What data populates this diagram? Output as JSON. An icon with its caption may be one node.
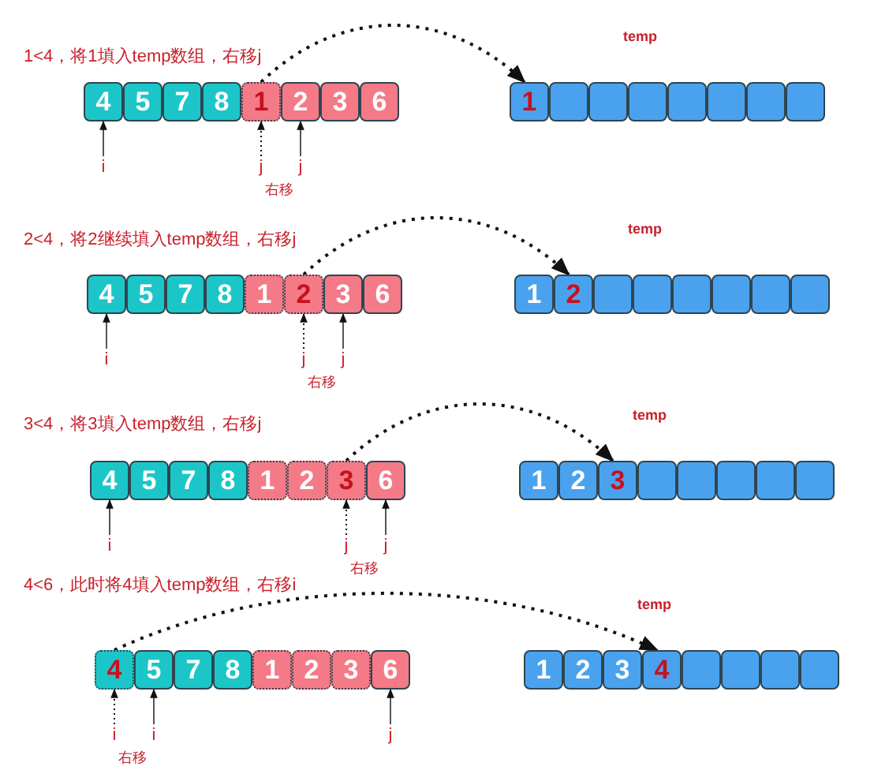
{
  "diagram": {
    "nodes": [
      {
        "text": [
          "4"
        ]
      },
      {
        "text": [
          "5"
        ]
      },
      {
        "text": [
          "7"
        ]
      },
      {
        "text": [
          "8"
        ]
      },
      {
        "text": [
          "1"
        ]
      },
      {
        "text": [
          "2"
        ]
      },
      {
        "text": [
          "3"
        ]
      },
      {
        "text": [
          "6"
        ]
      },
      {
        "text": [
          "1"
        ]
      },
      {
        "text": [],
        "shape": "box"
      },
      {
        "text": [],
        "shape": "box"
      },
      {
        "text": [],
        "shape": "box"
      },
      {
        "text": [],
        "shape": "box"
      },
      {
        "text": [],
        "shape": "box"
      },
      {
        "text": [],
        "shape": "box"
      },
      {
        "text": [],
        "shape": "box"
      },
      {
        "text": [
          "i"
        ]
      },
      {
        "text": [
          "j"
        ]
      },
      {
        "text": [
          "j"
        ]
      },
      {
        "text": [
          "4"
        ]
      },
      {
        "text": [
          "5"
        ]
      },
      {
        "text": [
          "7"
        ]
      },
      {
        "text": [
          "8"
        ]
      },
      {
        "text": [
          "1"
        ]
      },
      {
        "text": [
          "2"
        ]
      },
      {
        "text": [
          "3"
        ]
      },
      {
        "text": [
          "6"
        ]
      },
      {
        "text": [
          "1"
        ]
      },
      {
        "text": [
          "2"
        ]
      },
      {
        "text": [],
        "shape": "box"
      },
      {
        "text": [],
        "shape": "box"
      },
      {
        "text": [],
        "shape": "box"
      },
      {
        "text": [],
        "shape": "box"
      },
      {
        "text": [],
        "shape": "box"
      },
      {
        "text": [],
        "shape": "box"
      },
      {
        "text": [
          "i"
        ]
      },
      {
        "text": [
          "j"
        ]
      },
      {
        "text": [
          "j"
        ]
      },
      {
        "text": [
          "4"
        ]
      },
      {
        "text": [
          "5"
        ]
      },
      {
        "text": [
          "7"
        ]
      },
      {
        "text": [
          "8"
        ]
      },
      {
        "text": [
          "1"
        ]
      },
      {
        "text": [
          "2"
        ]
      },
      {
        "text": [
          "3"
        ]
      },
      {
        "text": [
          "6"
        ]
      },
      {
        "text": [
          "1"
        ]
      },
      {
        "text": [
          "2"
        ]
      },
      {
        "text": [
          "3"
        ]
      },
      {
        "text": [],
        "shape": "box"
      },
      {
        "text": [],
        "shape": "box"
      },
      {
        "text": [],
        "shape": "box"
      },
      {
        "text": [],
        "shape": "box"
      },
      {
        "text": [],
        "shape": "box"
      },
      {
        "text": [
          "i"
        ]
      },
      {
        "text": [
          "j"
        ]
      },
      {
        "text": [
          "j"
        ]
      },
      {
        "text": [
          "4"
        ]
      },
      {
        "text": [
          "5"
        ]
      },
      {
        "text": [
          "7"
        ]
      },
      {
        "text": [
          "8"
        ]
      },
      {
        "text": [
          "1"
        ]
      },
      {
        "text": [
          "2"
        ]
      },
      {
        "text": [
          "3"
        ]
      },
      {
        "text": [
          "6"
        ]
      },
      {
        "text": [
          "1"
        ]
      },
      {
        "text": [
          "2"
        ]
      },
      {
        "text": [
          "3"
        ]
      },
      {
        "text": [
          "4"
        ]
      },
      {
        "text": [],
        "shape": "box"
      },
      {
        "text": [],
        "shape": "box"
      },
      {
        "text": [],
        "shape": "box"
      },
      {
        "text": [],
        "shape": "box"
      },
      {
        "text": [
          "i"
        ]
      },
      {
        "text": [
          "i"
        ]
      },
      {
        "text": [
          "j"
        ]
      }
    ],
    "edges": [
      {
        "from": 4,
        "to": 8,
        "arrow": "to",
        "style": "dashed"
      },
      {
        "from": 16,
        "to": 0,
        "arrow": "to"
      },
      {
        "from": 17,
        "to": 4,
        "arrow": "to",
        "style": "dashed"
      },
      {
        "from": 18,
        "to": 5,
        "arrow": "to"
      },
      {
        "from": 24,
        "to": 28,
        "arrow": "to",
        "style": "dashed"
      },
      {
        "from": 35,
        "to": 19,
        "arrow": "to"
      },
      {
        "from": 36,
        "to": 24,
        "arrow": "to",
        "style": "dashed"
      },
      {
        "from": 37,
        "to": 25,
        "arrow": "to"
      },
      {
        "from": 44,
        "to": 48,
        "arrow": "to",
        "style": "dashed"
      },
      {
        "from": 54,
        "to": 38,
        "arrow": "to"
      },
      {
        "from": 55,
        "to": 44,
        "arrow": "to",
        "style": "dashed"
      },
      {
        "from": 56,
        "to": 45,
        "arrow": "to"
      },
      {
        "from": 57,
        "to": 68,
        "arrow": "to",
        "style": "dashed"
      },
      {
        "from": 73,
        "to": 57,
        "arrow": "to",
        "style": "dashed"
      },
      {
        "from": 74,
        "to": 58,
        "arrow": "to"
      },
      {
        "from": 75,
        "to": 64,
        "arrow": "to"
      }
    ],
    "labels": [
      "1<4，将1填入temp数组，右移j",
      "temp",
      "右移",
      "2<4，将2继续填入temp数组，右移j",
      "temp",
      "右移",
      "3<4，将3填入temp数组，右移j",
      "temp",
      "右移",
      "4<6，此时将4填入temp数组，右移i",
      "temp",
      "右移"
    ]
  }
}
